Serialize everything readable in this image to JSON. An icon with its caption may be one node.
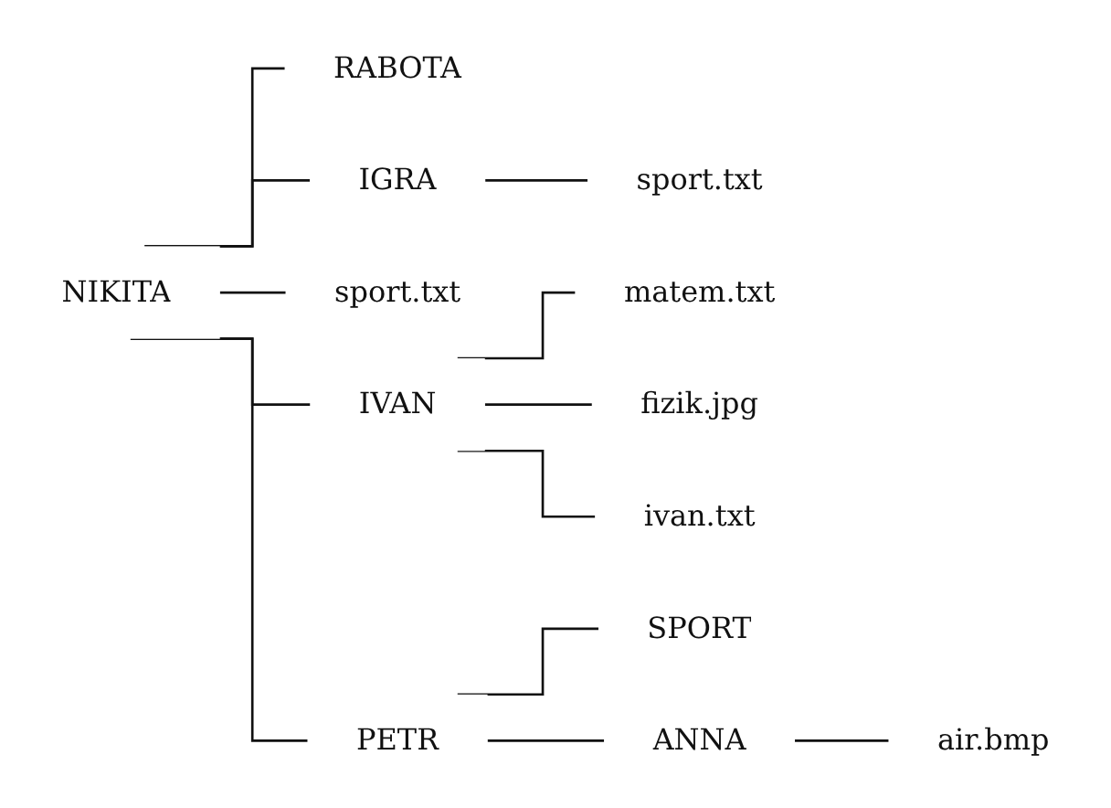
{
  "diagram": {
    "nodes": [
      {
        "text": [
          "NIKITA"
        ]
      },
      {
        "text": [
          "RABOTA"
        ]
      },
      {
        "text": [
          "IGRA"
        ]
      },
      {
        "text": [
          "sport.txt"
        ]
      },
      {
        "text": [
          "sport.txt"
        ]
      },
      {
        "text": [
          "IVAN"
        ]
      },
      {
        "text": [
          "matem.txt"
        ]
      },
      {
        "text": [
          "fizik.jpg"
        ]
      },
      {
        "text": [
          "ivan.txt"
        ]
      },
      {
        "text": [
          "PETR"
        ]
      },
      {
        "text": [
          "SPORT"
        ]
      },
      {
        "text": [
          "ANNA"
        ]
      },
      {
        "text": [
          "air.bmp"
        ]
      }
    ],
    "edges": [
      {
        "from": 0,
        "to": 1,
        "arrow": "none"
      },
      {
        "from": 0,
        "to": 2,
        "arrow": "none"
      },
      {
        "from": 2,
        "to": 3,
        "arrow": "none"
      },
      {
        "from": 0,
        "to": 4,
        "arrow": "none"
      },
      {
        "from": 0,
        "to": 5,
        "arrow": "none"
      },
      {
        "from": 5,
        "to": 6,
        "arrow": "none"
      },
      {
        "from": 5,
        "to": 7,
        "arrow": "none"
      },
      {
        "from": 5,
        "to": 8,
        "arrow": "none"
      },
      {
        "from": 0,
        "to": 9,
        "arrow": "none"
      },
      {
        "from": 9,
        "to": 10,
        "arrow": "none"
      },
      {
        "from": 9,
        "to": 11,
        "arrow": "none"
      },
      {
        "from": 11,
        "to": 12,
        "arrow": "none"
      }
    ]
  }
}
